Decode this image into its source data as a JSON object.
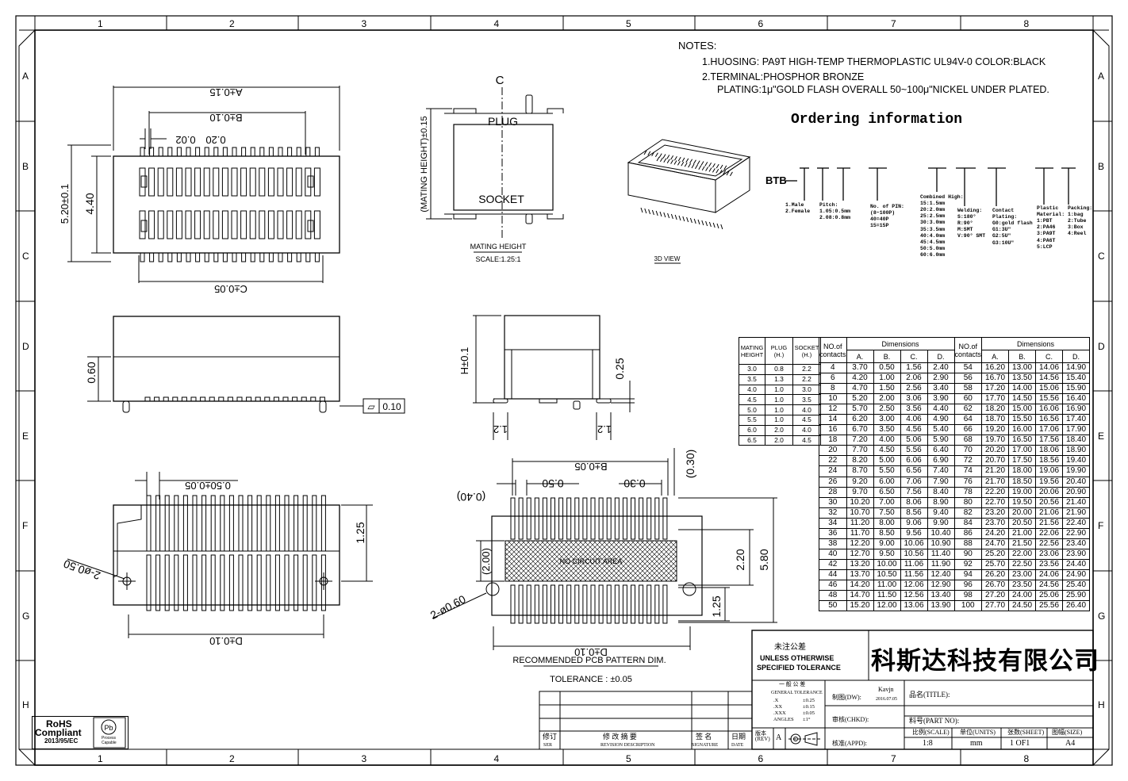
{
  "border": {
    "columns": [
      "1",
      "2",
      "3",
      "4",
      "5",
      "6",
      "7",
      "8"
    ],
    "rows": [
      "A",
      "B",
      "C",
      "D",
      "E",
      "F",
      "G",
      "H"
    ]
  },
  "notes": {
    "heading": "NOTES:",
    "line1": "1.HUOSING: PA9T HIGH-TEMP THERMOPLASTIC UL94V-0 COLOR:BLACK",
    "line2": "2.TERMINAL:PHOSPHOR BRONZE",
    "line3": "PLATING:1μ\"GOLD FLASH OVERALL 50~100μ\"NICKEL UNDER PLATED."
  },
  "ordering": {
    "title": "Ordering information",
    "prefix": "BTB",
    "view_label": "3D VIEW",
    "gender": [
      "1.Male",
      "2.Female"
    ],
    "pitch": [
      "Pitch:",
      "1.05:0.5mm",
      "2.08:0.8mm"
    ],
    "pins": [
      "No. of PIN:",
      "(8~100P)",
      "40=40P",
      "15=15P"
    ],
    "height": [
      "Combined High:",
      "15:1.5mm",
      "20:2.0mm",
      "25:2.5mm",
      "30:3.0mm",
      "35:3.5mm",
      "40:4.0mm",
      "45:4.5mm",
      "50:5.0mm",
      "60:6.0mm"
    ],
    "welding": [
      "Welding:",
      "S:180°",
      "R:90°",
      "M:SMT",
      "V:90° SMT"
    ],
    "plating": [
      "Contact",
      "Plating:",
      "G0:gold flash",
      "G1:3U\"",
      "G2:5U\"",
      "G3:10U\""
    ],
    "material": [
      "Plastic",
      "Material:",
      "1:PBT",
      "2:PA46",
      "3:PA9T",
      "4:PA6T",
      "5:LCP"
    ],
    "packing": [
      "Packing:",
      "1:bag",
      "2:Tube",
      "3:Box",
      "4:Reel"
    ]
  },
  "dims": {
    "A": "A±0.15",
    "B": "B±0.10",
    "C": "C±0.05",
    "D": "D±0.10",
    "Bpcb": "B±0.05",
    "Dpcb": "D±0.10",
    "w520": "5.20±0.1",
    "w440": "4.40",
    "p020": "0.20",
    "p002": "0.02",
    "h060": "0.60",
    "flat": "0.10",
    "h_h": "H±0.1",
    "h025": "0.25",
    "h12a": "1.2",
    "h12b": "1.2",
    "pitch": "0.50±0.05",
    "f125": "1.25",
    "hole2": "2-ø0.50",
    "p050": "0.50",
    "p030": "0.30",
    "p040": "(0.40)",
    "p030b": "(0.30)",
    "p200": "(2.00)",
    "p220": "2.20",
    "p580": "5.80",
    "p125": "1.25",
    "hole060": "2-ø0.60",
    "nca": "NO CIRCUIT AREA",
    "pcb_title": "RECOMMENDED PCB PATTERN DIM.",
    "tol": "TOLERANCE : ±0.05",
    "mating_height": "(MATING HEIGHT)±0.15",
    "plug": "PLUG",
    "socket": "SOCKET",
    "cl": "C",
    "mh_title": "MATING HEIGHT",
    "mh_scale": "SCALE:1.25:1"
  },
  "mh_table": {
    "headers": [
      "MATING HEIGHT",
      "PLUG (H.)",
      "SOCKET (H.)"
    ],
    "rows": [
      [
        "3.0",
        "0.8",
        "2.2"
      ],
      [
        "3.5",
        "1.3",
        "2.2"
      ],
      [
        "4.0",
        "1.0",
        "3.0"
      ],
      [
        "4.5",
        "1.0",
        "3.5"
      ],
      [
        "5.0",
        "1.0",
        "4.0"
      ],
      [
        "5.5",
        "1.0",
        "4.5"
      ],
      [
        "6.0",
        "2.0",
        "4.0"
      ],
      [
        "6.5",
        "2.0",
        "4.5"
      ]
    ]
  },
  "dim_table": {
    "no_of": "NO.of contacts",
    "dimensions": "Dimensions",
    "cols": [
      "A.",
      "B.",
      "C.",
      "D."
    ],
    "left": [
      [
        "4",
        "3.70",
        "0.50",
        "1.56",
        "2.40"
      ],
      [
        "6",
        "4.20",
        "1.00",
        "2.06",
        "2.90"
      ],
      [
        "8",
        "4.70",
        "1.50",
        "2.56",
        "3.40"
      ],
      [
        "10",
        "5.20",
        "2.00",
        "3.06",
        "3.90"
      ],
      [
        "12",
        "5.70",
        "2.50",
        "3.56",
        "4.40"
      ],
      [
        "14",
        "6.20",
        "3.00",
        "4.06",
        "4.90"
      ],
      [
        "16",
        "6.70",
        "3.50",
        "4.56",
        "5.40"
      ],
      [
        "18",
        "7.20",
        "4.00",
        "5.06",
        "5.90"
      ],
      [
        "20",
        "7.70",
        "4.50",
        "5.56",
        "6.40"
      ],
      [
        "22",
        "8.20",
        "5.00",
        "6.06",
        "6.90"
      ],
      [
        "24",
        "8.70",
        "5.50",
        "6.56",
        "7.40"
      ],
      [
        "26",
        "9.20",
        "6.00",
        "7.06",
        "7.90"
      ],
      [
        "28",
        "9.70",
        "6.50",
        "7.56",
        "8.40"
      ],
      [
        "30",
        "10.20",
        "7.00",
        "8.06",
        "8.90"
      ],
      [
        "32",
        "10.70",
        "7.50",
        "8.56",
        "9.40"
      ],
      [
        "34",
        "11.20",
        "8.00",
        "9.06",
        "9.90"
      ],
      [
        "36",
        "11.70",
        "8.50",
        "9.56",
        "10.40"
      ],
      [
        "38",
        "12.20",
        "9.00",
        "10.06",
        "10.90"
      ],
      [
        "40",
        "12.70",
        "9.50",
        "10.56",
        "11.40"
      ],
      [
        "42",
        "13.20",
        "10.00",
        "11.06",
        "11.90"
      ],
      [
        "44",
        "13.70",
        "10.50",
        "11.56",
        "12.40"
      ],
      [
        "46",
        "14.20",
        "11.00",
        "12.06",
        "12.90"
      ],
      [
        "48",
        "14.70",
        "11.50",
        "12.56",
        "13.40"
      ],
      [
        "50",
        "15.20",
        "12.00",
        "13.06",
        "13.90"
      ]
    ],
    "right": [
      [
        "54",
        "16.20",
        "13.00",
        "14.06",
        "14.90"
      ],
      [
        "56",
        "16.70",
        "13.50",
        "14.56",
        "15.40"
      ],
      [
        "58",
        "17.20",
        "14.00",
        "15.06",
        "15.90"
      ],
      [
        "60",
        "17.70",
        "14.50",
        "15.56",
        "16.40"
      ],
      [
        "62",
        "18.20",
        "15.00",
        "16.06",
        "16.90"
      ],
      [
        "64",
        "18.70",
        "15.50",
        "16.56",
        "17.40"
      ],
      [
        "66",
        "19.20",
        "16.00",
        "17.06",
        "17.90"
      ],
      [
        "68",
        "19.70",
        "16.50",
        "17.56",
        "18.40"
      ],
      [
        "70",
        "20.20",
        "17.00",
        "18.06",
        "18.90"
      ],
      [
        "72",
        "20.70",
        "17.50",
        "18.56",
        "19.40"
      ],
      [
        "74",
        "21.20",
        "18.00",
        "19.06",
        "19.90"
      ],
      [
        "76",
        "21.70",
        "18.50",
        "19.56",
        "20.40"
      ],
      [
        "78",
        "22.20",
        "19.00",
        "20.06",
        "20.90"
      ],
      [
        "80",
        "22.70",
        "19.50",
        "20.56",
        "21.40"
      ],
      [
        "82",
        "23.20",
        "20.00",
        "21.06",
        "21.90"
      ],
      [
        "84",
        "23.70",
        "20.50",
        "21.56",
        "22.40"
      ],
      [
        "86",
        "24.20",
        "21.00",
        "22.06",
        "22.90"
      ],
      [
        "88",
        "24.70",
        "21.50",
        "22.56",
        "23.40"
      ],
      [
        "90",
        "25.20",
        "22.00",
        "23.06",
        "23.90"
      ],
      [
        "92",
        "25.70",
        "22.50",
        "23.56",
        "24.40"
      ],
      [
        "94",
        "26.20",
        "23.00",
        "24.06",
        "24.90"
      ],
      [
        "96",
        "26.70",
        "23.50",
        "24.56",
        "25.40"
      ],
      [
        "98",
        "27.20",
        "24.00",
        "25.06",
        "25.90"
      ],
      [
        "100",
        "27.70",
        "24.50",
        "25.56",
        "26.40"
      ]
    ]
  },
  "title_block": {
    "unspec_cn": "未注公差",
    "unspec_en1": "UNLESS OTHERWISE",
    "unspec_en2": "SPECIFIED TOLERANCE",
    "company": "科斯达科技有限公司",
    "gen_tol_cn": "一 般 公 差",
    "gen_tol_en": "GENERAL TOLERANCE",
    "tol_rows": [
      [
        ".X",
        "±0.25"
      ],
      [
        ".XX",
        "±0.15"
      ],
      [
        ".XXX",
        "±0.05"
      ],
      [
        "ANGLES",
        "±1°"
      ]
    ],
    "drawn": "制图(DW):",
    "drawn_by": "Kavjn",
    "drawn_date": "2016.07.05",
    "checked": "审核(CHKD):",
    "approved": "核准(APPD):",
    "title": "品名(TITLE):",
    "part_no": "料号(PART NO):",
    "scale_h": "比例(SCALE)",
    "scale_v": "1:8",
    "units_h": "单位(UNITS)",
    "units_v": "mm",
    "sheet_h": "张数(SHEET)",
    "sheet_v": "1 OF1",
    "size_h": "图幅(SIZE)",
    "size_v": "A4",
    "rev_h": "版本 (REV)",
    "rev_v": "A",
    "rev_rev": "修订",
    "rev_rev_en": "SER",
    "rev_desc": "修 改 摘 要",
    "rev_desc_en": "REVISION DESCRIPTION",
    "rev_sig": "签 名",
    "rev_sig_en": "SIGNATURE",
    "rev_date": "日期",
    "rev_date_en": "DATE"
  },
  "rohs": {
    "line1": "RoHS",
    "line2": "Compliant",
    "line3": "2013/95/EC",
    "pb_line1": "Process",
    "pb_line2": "Capable"
  }
}
